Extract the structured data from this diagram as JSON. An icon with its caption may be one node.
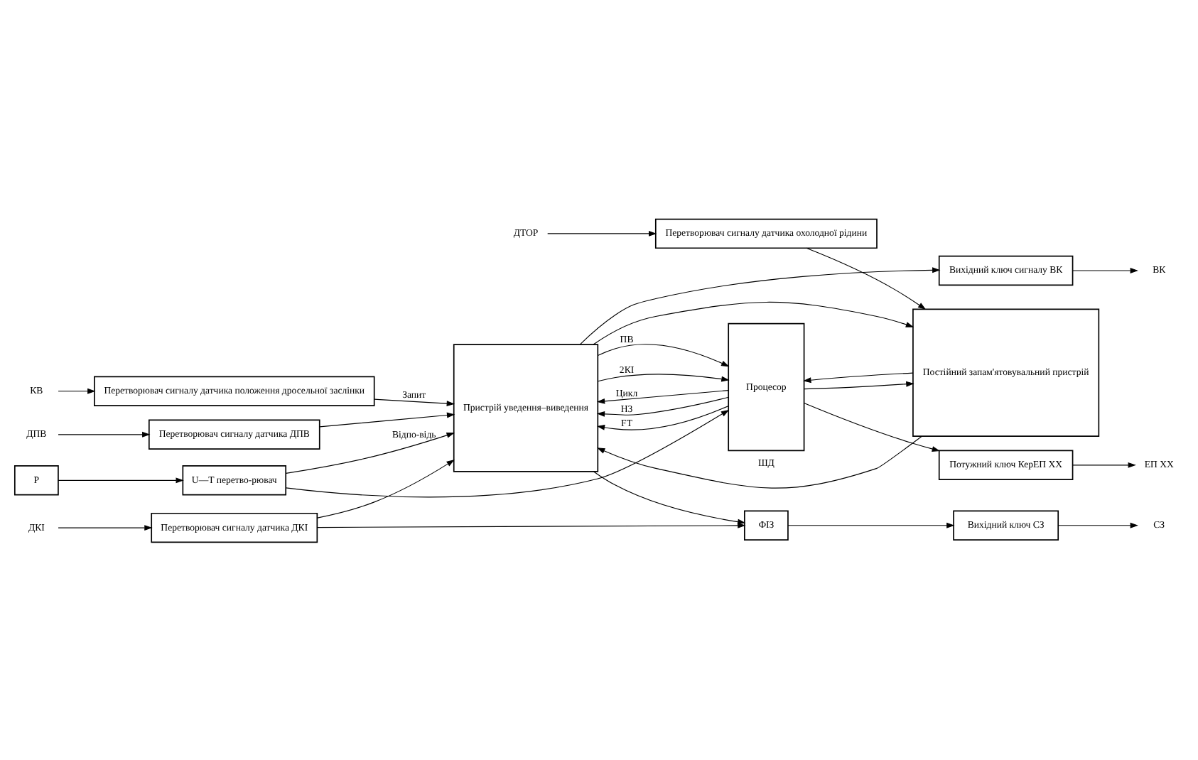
{
  "diagram": {
    "nodes": [
      {
        "text": [
          "ДПВ"
        ]
      },
      {
        "text": [
          "Перетворювач сигналу датчика ДПВ"
        ]
      },
      {
        "text": [
          "ДКІ"
        ]
      },
      {
        "text": [
          "Перетворювач сигналу датчика ДКІ"
        ]
      },
      {
        "text": [
          "КВ"
        ]
      },
      {
        "text": [
          "Перетворювач сигналу датчика положення дросельної заслінки"
        ]
      },
      {
        "text": [
          "Р"
        ]
      },
      {
        "text": [
          "U—T перетво-рювач"
        ]
      },
      {
        "text": [
          "ДТОР"
        ]
      },
      {
        "text": [
          "Перетворювач сигналу датчика охолодної рідини"
        ]
      },
      {
        "text": [
          "Пристрій уведення–виведення"
        ]
      },
      {
        "text": [
          "Процесор"
        ]
      },
      {
        "text": [
          "Постійний запам'ятовувальний пристрій"
        ]
      },
      {
        "text": [
          "Потужний ключ КерЕП ХХ"
        ]
      },
      {
        "text": [
          "Вихідний ключ сигналу ВК"
        ]
      },
      {
        "text": [
          "Вихідний ключ СЗ"
        ]
      },
      {
        "text": [
          "ФІЗ"
        ]
      },
      {
        "text": [
          "ЕП ХХ"
        ]
      },
      {
        "text": [
          "ВК"
        ]
      },
      {
        "text": [
          "СЗ"
        ]
      }
    ],
    "edges": [
      {
        "from": 0,
        "to": 1,
        "arrow": "to"
      },
      {
        "from": 2,
        "to": 3,
        "arrow": "to"
      },
      {
        "from": 4,
        "to": 5,
        "arrow": "to"
      },
      {
        "from": 6,
        "to": 7,
        "arrow": "to"
      },
      {
        "from": 8,
        "to": 9,
        "arrow": "to"
      },
      {
        "from": 1,
        "to": 10,
        "arrow": "to"
      },
      {
        "from": 3,
        "to": 10,
        "arrow": "to"
      },
      {
        "from": 5,
        "to": 10,
        "arrow": "to",
        "label": "Запит"
      },
      {
        "from": 7,
        "to": 10,
        "arrow": "to",
        "label": "Відпо-відь"
      },
      {
        "from": 10,
        "to": 11,
        "arrow": "to",
        "label": "ПВ"
      },
      {
        "from": 10,
        "to": 11,
        "arrow": "to",
        "label": "2КІ"
      },
      {
        "from": 11,
        "to": 10,
        "arrow": "to",
        "label": "Цикл"
      },
      {
        "from": 11,
        "to": 10,
        "arrow": "to",
        "label": "Н3"
      },
      {
        "from": 11,
        "to": 10,
        "arrow": "to",
        "label": "FT"
      },
      {
        "from": 11,
        "to": 12,
        "arrow": "to"
      },
      {
        "from": 10,
        "to": 12,
        "arrow": "to"
      },
      {
        "from": 12,
        "to": 10,
        "arrow": "to",
        "label": "ШД"
      },
      {
        "from": 12,
        "to": 11,
        "arrow": "to"
      },
      {
        "from": 7,
        "to": 11,
        "arrow": "to"
      },
      {
        "from": 9,
        "to": 12,
        "arrow": "to"
      },
      {
        "from": 11,
        "to": 13,
        "arrow": "to"
      },
      {
        "from": 10,
        "to": 14,
        "arrow": "to"
      },
      {
        "from": 10,
        "to": 16,
        "arrow": "to"
      },
      {
        "from": 3,
        "to": 16,
        "arrow": "to"
      },
      {
        "from": 16,
        "to": 15,
        "arrow": "to"
      },
      {
        "from": 13,
        "to": 17,
        "arrow": "to"
      },
      {
        "from": 14,
        "to": 18,
        "arrow": "to"
      },
      {
        "from": 15,
        "to": 19,
        "arrow": "to"
      }
    ]
  }
}
